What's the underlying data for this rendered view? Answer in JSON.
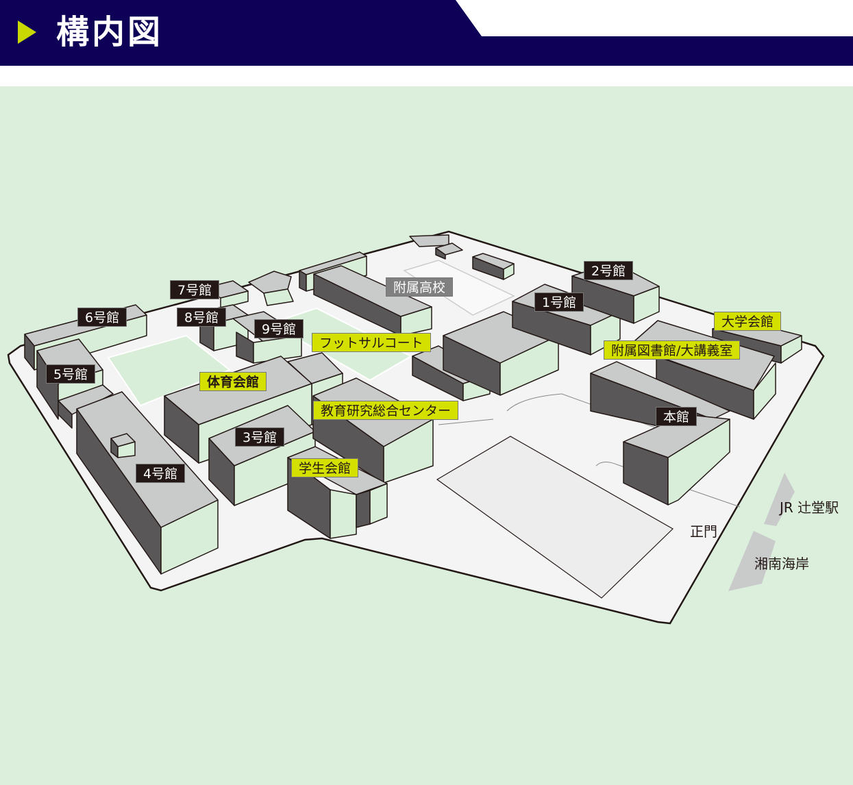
{
  "header": {
    "title": "構内図"
  },
  "colors": {
    "header_bg": "#0e0057",
    "accent": "#c8d800",
    "map_bg": "#dcefdd",
    "label_dark": "#231815",
    "label_yellow": "#d4e000",
    "label_gray": "#808080"
  },
  "map": {
    "labels": {
      "building7": "7号館",
      "building6": "6号館",
      "building8": "8号館",
      "building9": "9号館",
      "building5": "5号館",
      "gym": "体育会館",
      "futsal": "フットサルコート",
      "high_school": "附属高校",
      "building2": "2号館",
      "building1": "1号館",
      "university_hall": "大学会館",
      "library": "附属図書館/大講義室",
      "main_building": "本館",
      "research_center": "教育研究総合センター",
      "building3": "3号館",
      "student_hall": "学生会館",
      "building4": "4号館"
    },
    "landmarks": {
      "main_gate": "正門",
      "station": "JR 辻堂駅",
      "coast": "湘南海岸"
    }
  }
}
